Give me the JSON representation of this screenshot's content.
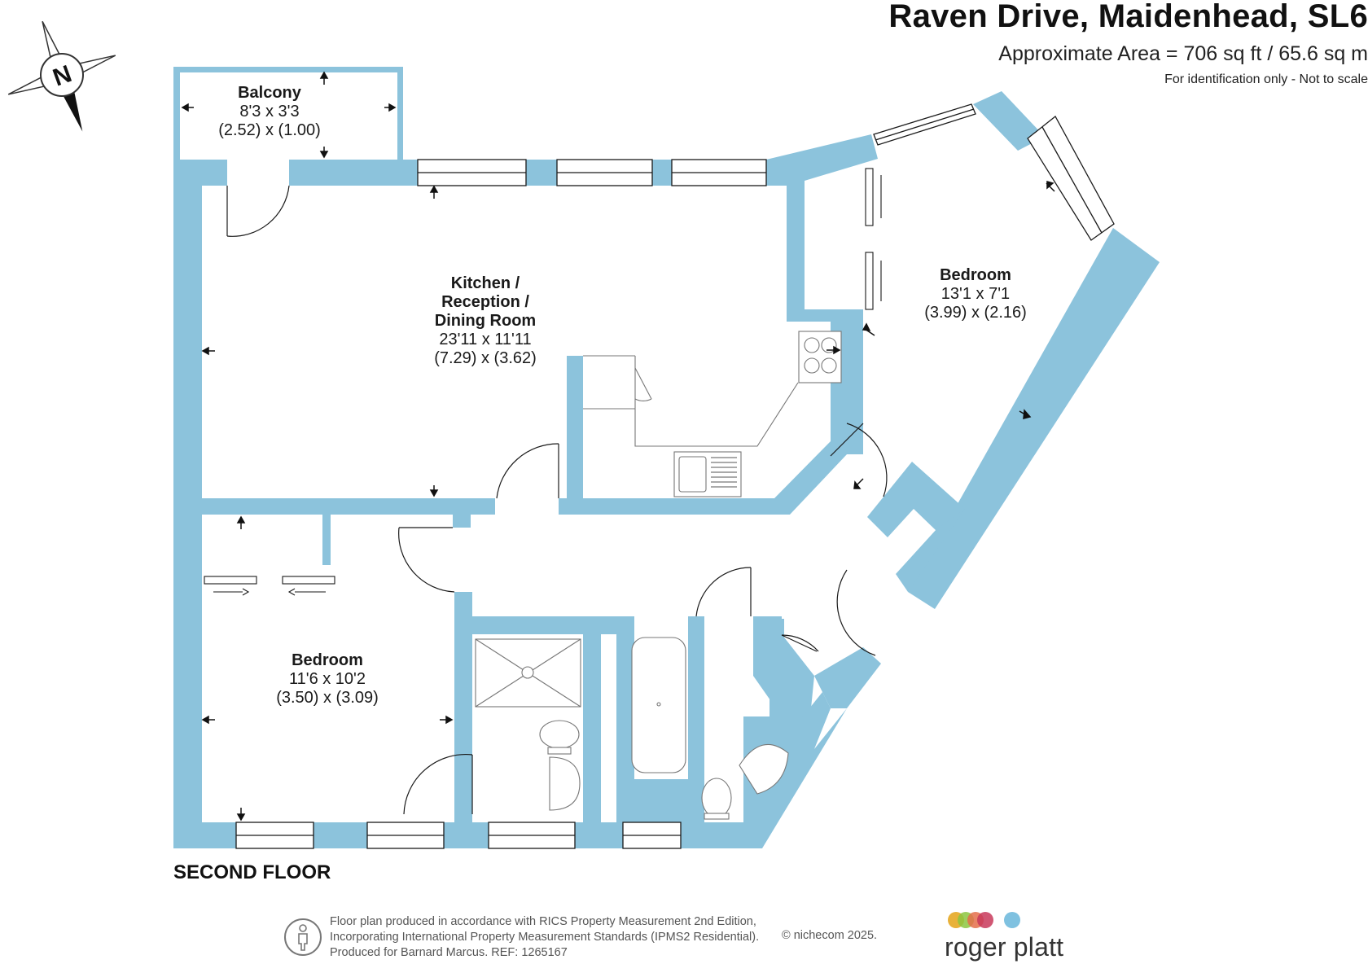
{
  "header": {
    "title": "Raven Drive, Maidenhead, SL6",
    "area": "Approximate Area = 706 sq ft / 65.6 sq m",
    "disclaimer": "For identification only - Not to scale"
  },
  "compass": {
    "letter": "N"
  },
  "rooms": [
    {
      "name": "Balcony",
      "dim_imperial": "8'3 x 3'3",
      "dim_metric": "(2.52) x (1.00)"
    },
    {
      "name": "Kitchen /",
      "name2": "Reception /",
      "name3": "Dining Room",
      "dim_imperial": "23'11 x 11'11",
      "dim_metric": "(7.29) x (3.62)"
    },
    {
      "name": "Bedroom",
      "dim_imperial": "13'1 x 7'1",
      "dim_metric": "(3.99) x (2.16)"
    },
    {
      "name": "Bedroom",
      "dim_imperial": "11'6 x 10'2",
      "dim_metric": "(3.50) x (3.09)"
    }
  ],
  "floor_label": "SECOND FLOOR",
  "footer": {
    "line1": "Floor plan produced in accordance with RICS Property Measurement 2nd Edition,",
    "line2": "Incorporating International Property Measurement Standards (IPMS2 Residential).",
    "line3": "Produced for Barnard Marcus.    REF:  1265167",
    "copyright": "© nichecom 2025."
  },
  "logo": {
    "text": "roger platt",
    "dot_colors": [
      "#e8b13a",
      "#8cc63f",
      "#e46f4a",
      "#c8385a",
      "#7fc1e0"
    ]
  },
  "colors": {
    "wall": "#8cc3dc",
    "line": "#1a1a1a",
    "fixture": "#8a8a8a"
  }
}
